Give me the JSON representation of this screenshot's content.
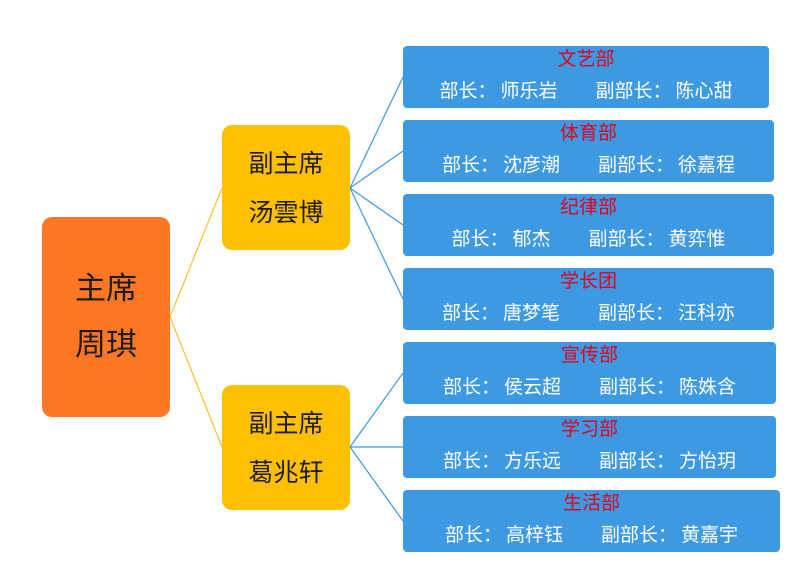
{
  "chair": {
    "title": "主席",
    "name": "周琪"
  },
  "vice_chairs": [
    {
      "title": "副主席",
      "name": "汤雲博"
    },
    {
      "title": "副主席",
      "name": "葛兆轩"
    }
  ],
  "departments": [
    {
      "name": "文艺部",
      "head_label": "部长",
      "head": "师乐岩",
      "deputy_label": "副部长",
      "deputy": "陈心甜"
    },
    {
      "name": "体育部",
      "head_label": "部长",
      "head": "沈彦潮",
      "deputy_label": "副部长",
      "deputy": "徐嘉程"
    },
    {
      "name": "纪律部",
      "head_label": "部长",
      "head": "郁杰",
      "deputy_label": "副部长",
      "deputy": "黄弈惟"
    },
    {
      "name": "学长团",
      "head_label": "部长",
      "head": "唐梦笔",
      "deputy_label": "副部长",
      "deputy": "汪科亦"
    },
    {
      "name": "宣传部",
      "head_label": "部长",
      "head": "侯云超",
      "deputy_label": "副部长",
      "deputy": "陈姝含"
    },
    {
      "name": "学习部",
      "head_label": "部长",
      "head": "方乐远",
      "deputy_label": "副部长",
      "deputy": "方怡玥"
    },
    {
      "name": "生活部",
      "head_label": "部长",
      "head": "高梓钰",
      "deputy_label": "副部长",
      "deputy": "黄嘉宇"
    }
  ],
  "colors": {
    "chair_fill": "#fd7724",
    "vice_fill": "#fec000",
    "dept_fill": "#3d9ae2",
    "dept_title": "#e1001e",
    "connector_chair": "#f2c230",
    "connector_vice": "#3d9ae2"
  }
}
